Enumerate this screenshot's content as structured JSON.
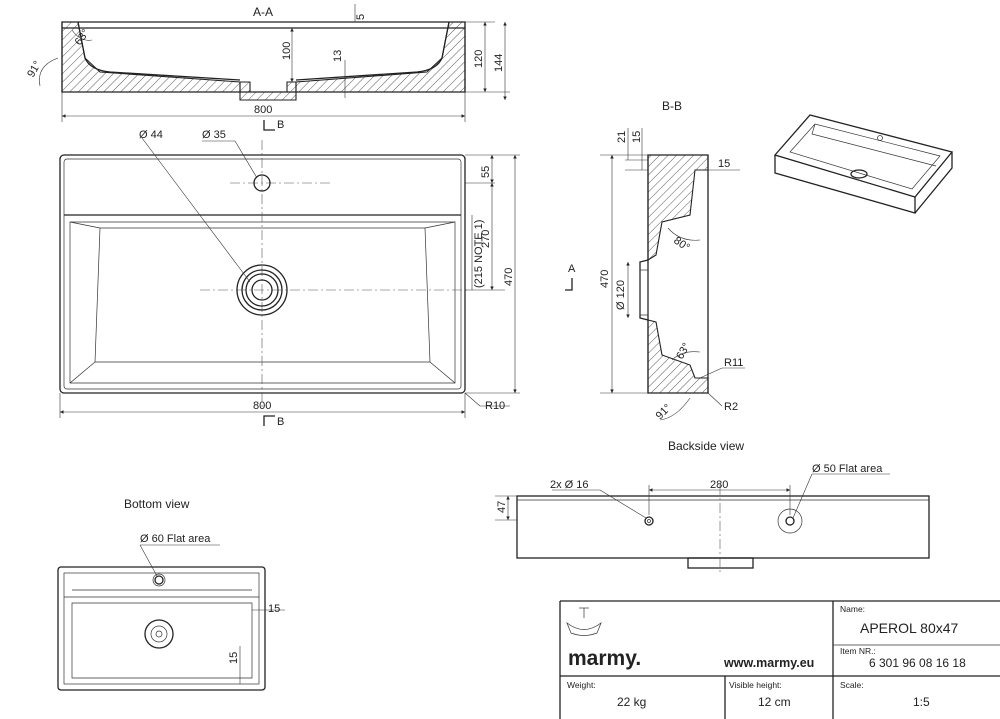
{
  "views": {
    "section_aa": "A-A",
    "section_bb": "B-B",
    "backside": "Backside view",
    "bottom": "Bottom view",
    "section_mark_a": "A",
    "section_mark_b": "B"
  },
  "dims": {
    "aa_5": "5",
    "aa_100": "100",
    "aa_13": "13",
    "aa_120": "120",
    "aa_144": "144",
    "aa_91": "91°",
    "aa_63": "63°",
    "aa_800": "800",
    "top_d44": "Ø 44",
    "top_d35": "Ø 35",
    "top_55": "55",
    "top_270": "270",
    "top_215": "(215 NOTE 1)",
    "top_470": "470",
    "top_800": "800",
    "top_r10": "R10",
    "bb_21": "21",
    "bb_15a": "15",
    "bb_15b": "15",
    "bb_80": "80°",
    "bb_d120": "Ø 120",
    "bb_470": "470",
    "bb_63": "63°",
    "bb_r11": "R11",
    "bb_91": "91°",
    "bb_r2": "R2",
    "back_2x16": "2x Ø 16",
    "back_280": "280",
    "back_50flat": "Ø 50 Flat area",
    "back_47": "47",
    "bottom_60flat": "Ø 60 Flat area",
    "bottom_15a": "15",
    "bottom_15b": "15"
  },
  "title_block": {
    "brand": "marmy.",
    "website": "www.marmy.eu",
    "name_label": "Name:",
    "name_value": "APEROL 80x47",
    "item_label": "Item NR.:",
    "item_value": "6 301 96 08 16 18",
    "weight_label": "Weight:",
    "weight_value": "22 kg",
    "visible_label": "Visible height:",
    "visible_value": "12 cm",
    "scale_label": "Scale:",
    "scale_value": "1:5"
  },
  "icons": [
    "basin-logo-icon"
  ]
}
